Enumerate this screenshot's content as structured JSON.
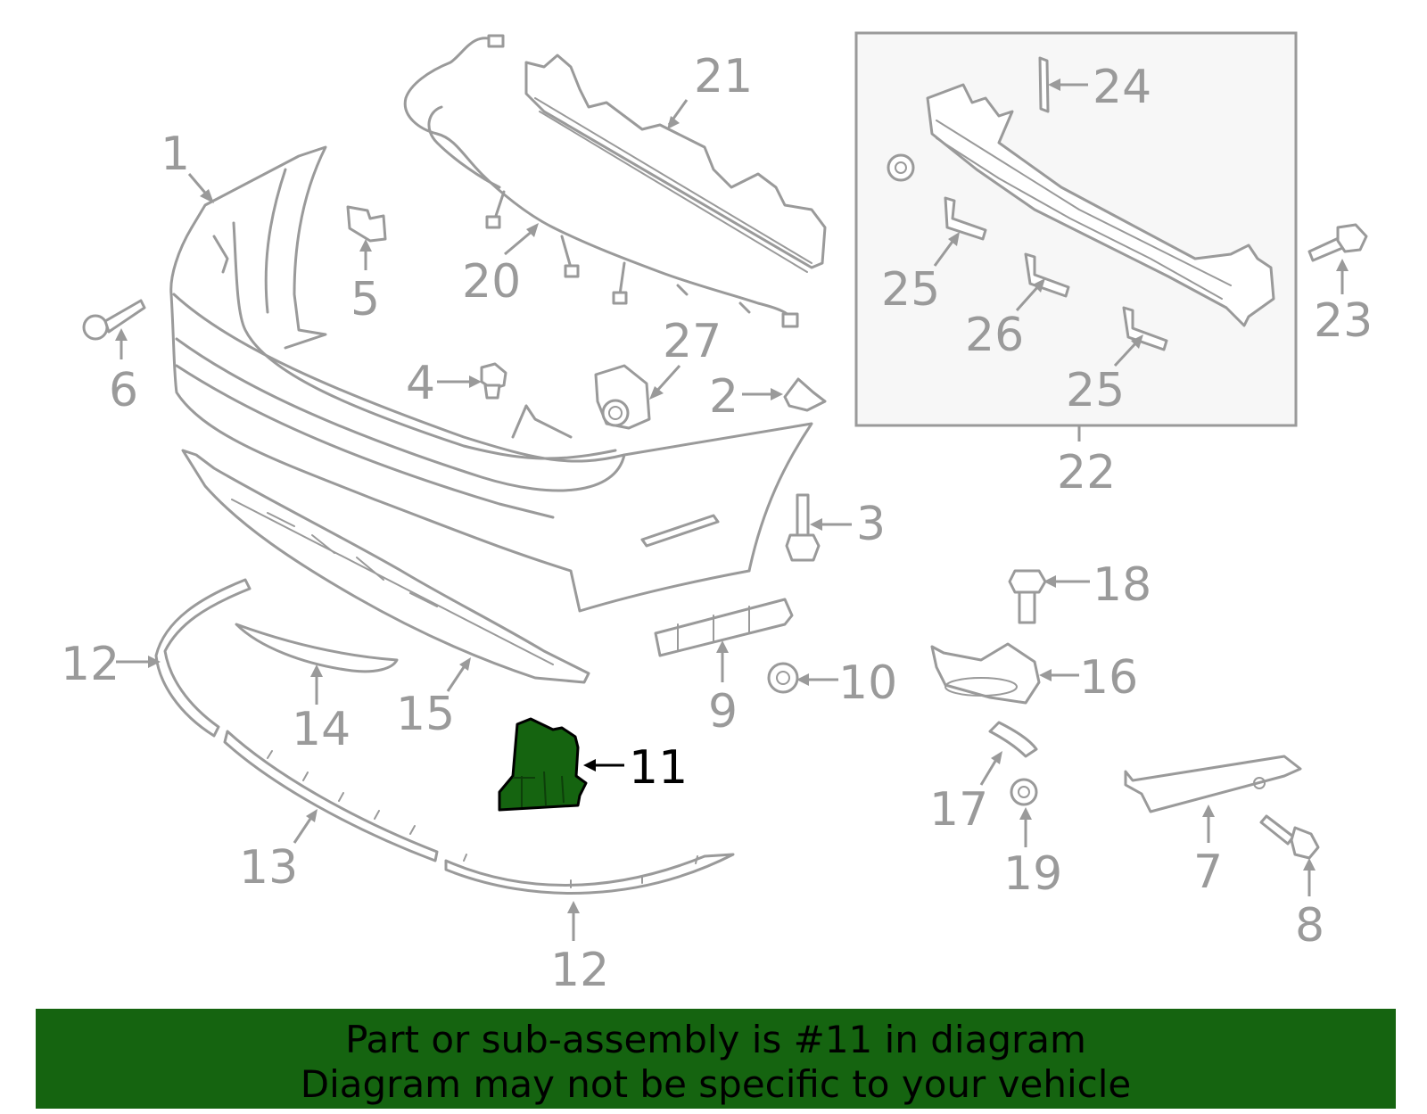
{
  "diagram": {
    "highlight_color": "#156410",
    "part_line_color": "#9a9a9a",
    "callouts": {
      "p1": "1",
      "p2": "2",
      "p3": "3",
      "p4": "4",
      "p5": "5",
      "p6": "6",
      "p7": "7",
      "p8": "8",
      "p9": "9",
      "p10": "10",
      "p11": "11",
      "p12a": "12",
      "p12b": "12",
      "p13": "13",
      "p14": "14",
      "p15": "15",
      "p16": "16",
      "p17": "17",
      "p18": "18",
      "p19": "19",
      "p20": "20",
      "p21": "21",
      "p22": "22",
      "p23": "23",
      "p24": "24",
      "p25a": "25",
      "p25b": "25",
      "p26": "26",
      "p27": "27"
    }
  },
  "banner": {
    "line1": "Part or sub-assembly is #11 in diagram",
    "line2": "Diagram may not be specific to your vehicle"
  }
}
